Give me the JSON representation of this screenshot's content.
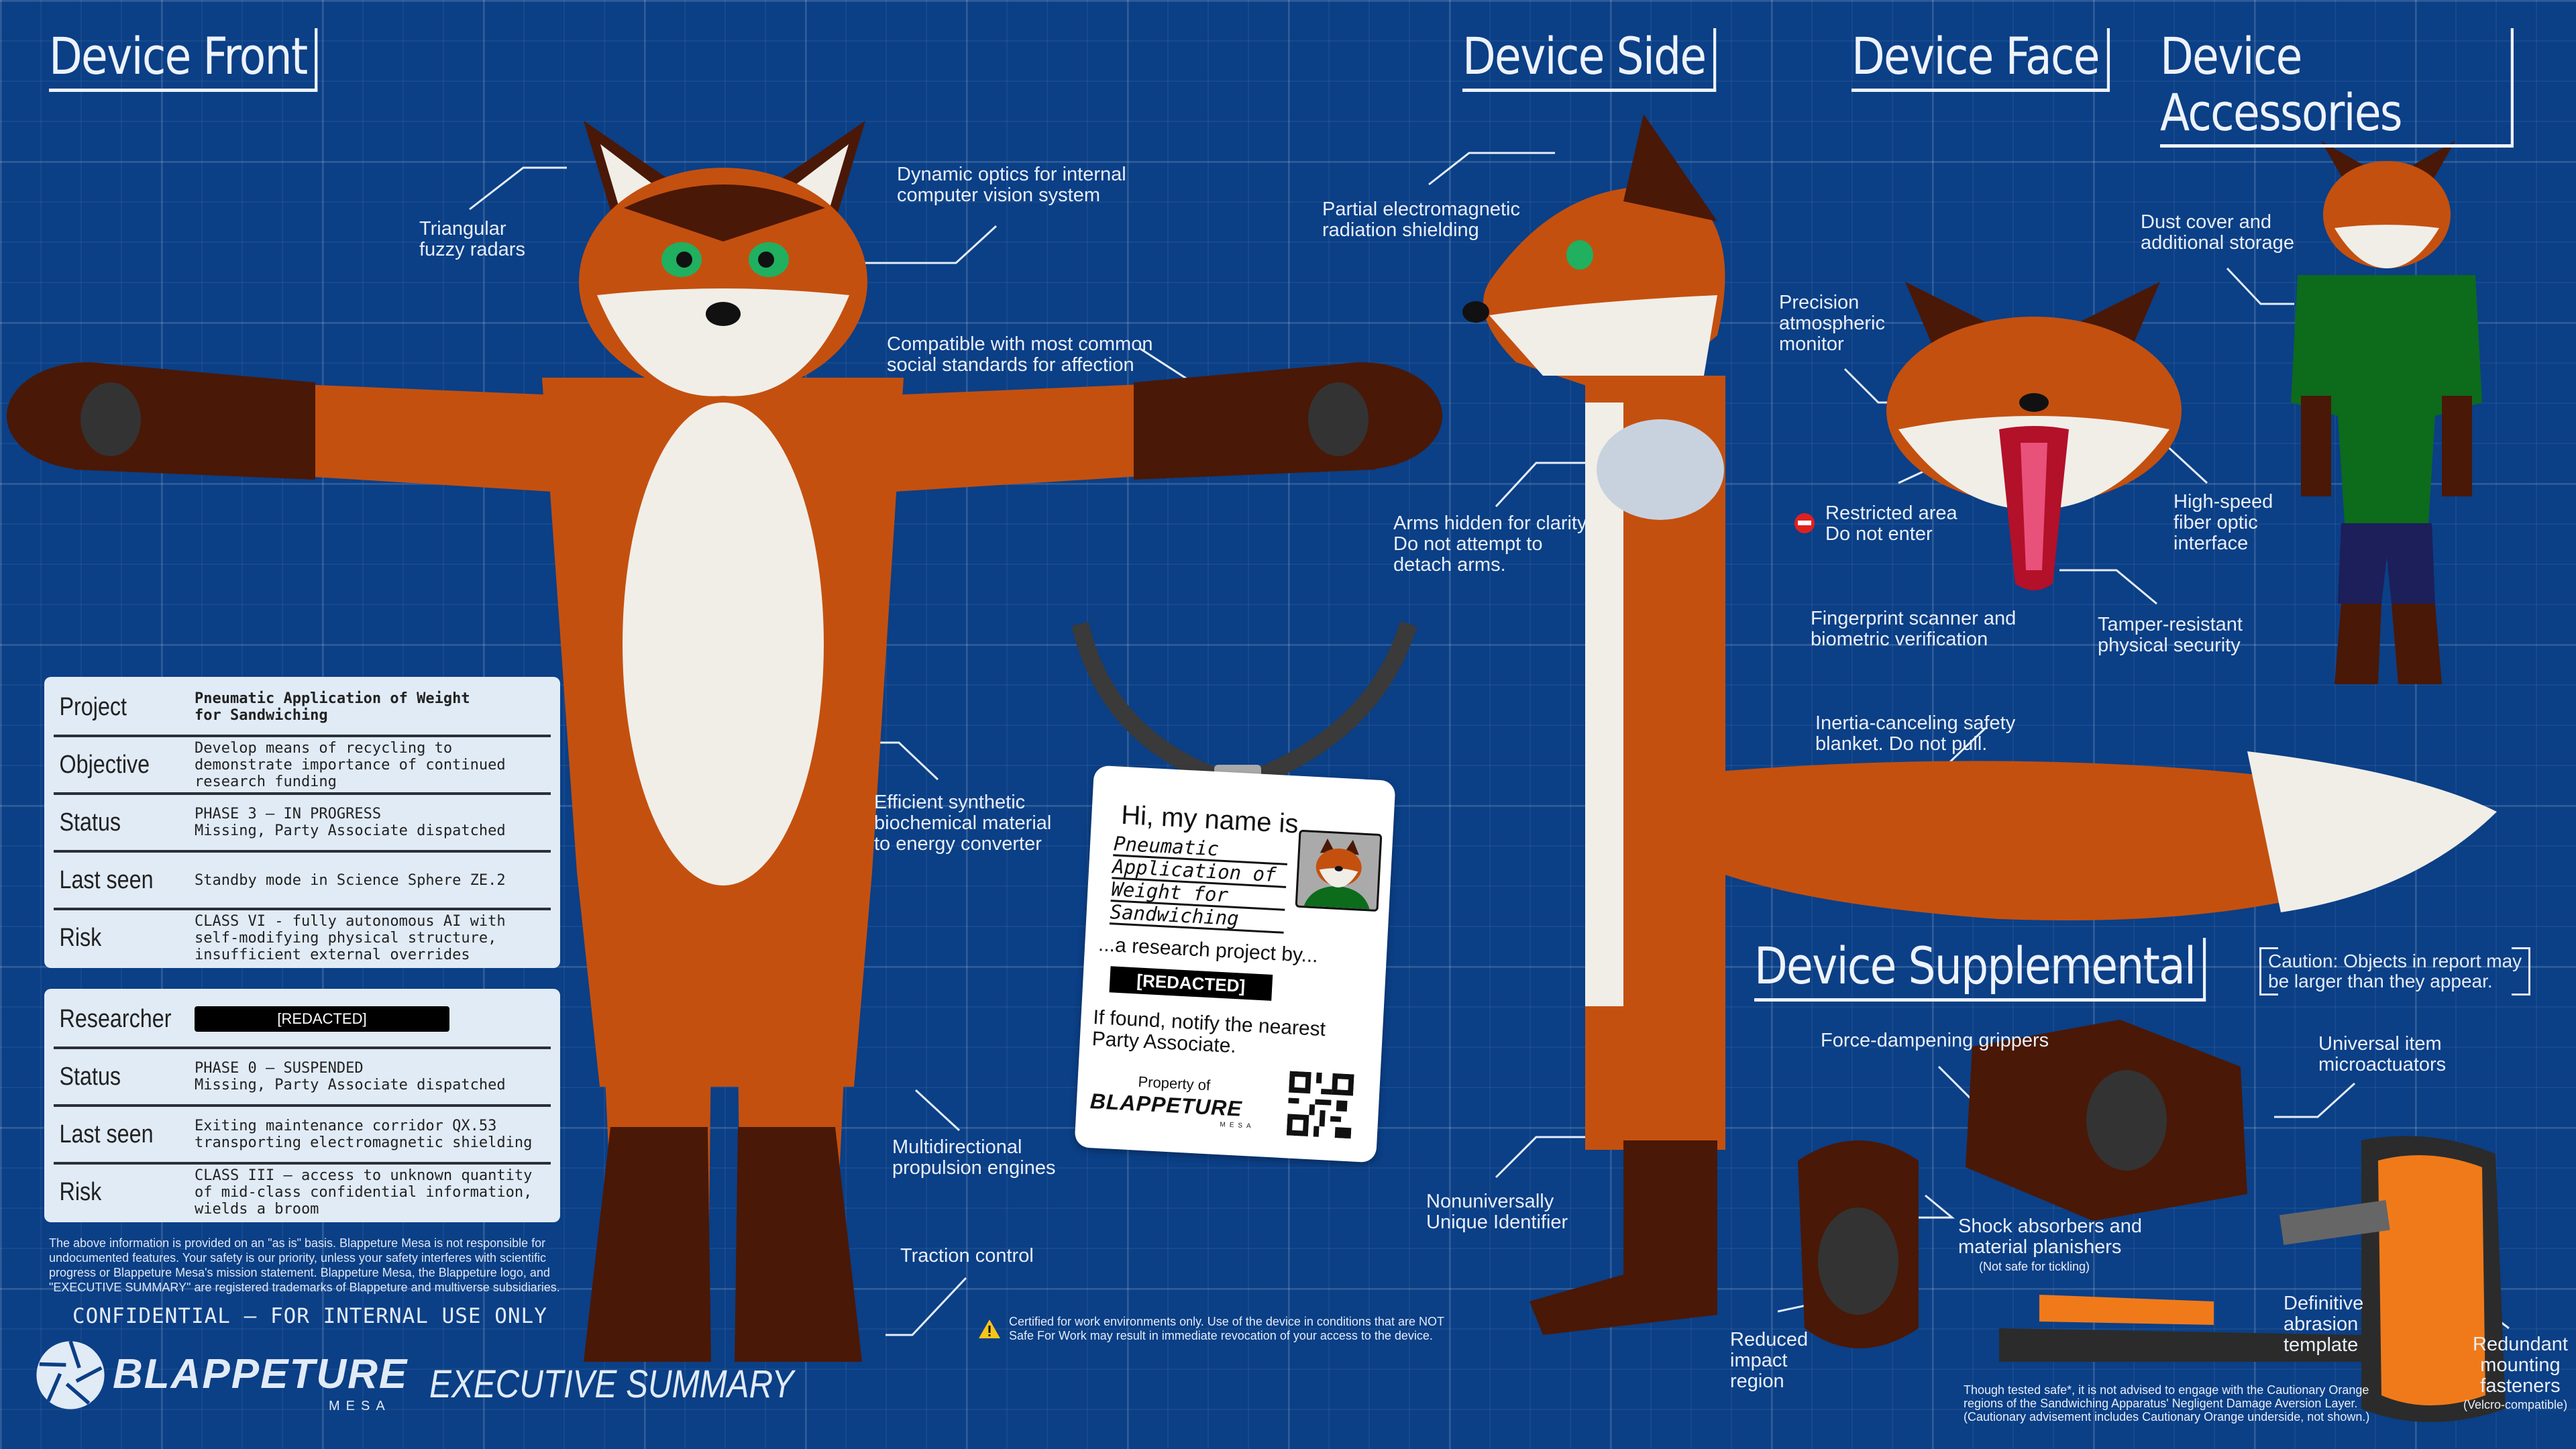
{
  "section_titles": {
    "front": "Device Front",
    "side": "Device Side",
    "face": "Device Face",
    "accessories": "Device Accessories",
    "supplemental": "Device Supplemental"
  },
  "callouts": {
    "radars": "Triangular\nfuzzy radars",
    "optics": "Dynamic optics for internal\ncomputer vision system",
    "social": "Compatible with most common\nsocial standards for affection",
    "biochem": "Efficient synthetic\nbiochemical material\nto energy converter",
    "propulsion": "Multidirectional\npropulsion engines",
    "traction": "Traction control",
    "shielding": "Partial electromagnetic\nradiation shielding",
    "arms_hidden": "Arms hidden for clarity.\nDo not attempt to\ndetach arms.",
    "identifier": "Nonuniversally\nUnique Identifier",
    "blanket": "Inertia-canceling safety\nblanket.  Do not pull.",
    "atmo": "Precision\natmospheric\nmonitor",
    "restricted": "Restricted area\nDo not enter",
    "fingerprint": "Fingerprint scanner and\nbiometric verification",
    "tamper": "Tamper-resistant\nphysical security",
    "fiber": "High-speed\nfiber optic\ninterface",
    "dust_cover": "Dust cover and\nadditional storage",
    "grippers": "Force-dampening grippers",
    "microactuators": "Universal item\nmicroactuators",
    "shock": "Shock absorbers and\nmaterial planishers",
    "shock_note": "(Not safe for tickling)",
    "impact": "Reduced\nimpact\nregion",
    "abrasion": "Definitive\nabrasion\ntemplate",
    "fasteners": "Redundant\nmounting\nfasteners",
    "fasteners_note": "(Velcro-compatible)"
  },
  "project_panel": [
    {
      "key": "Project",
      "value": "Pneumatic Application of Weight\nfor Sandwiching"
    },
    {
      "key": "Objective",
      "value": "Develop means of recycling to\ndemonstrate importance of continued\nresearch funding"
    },
    {
      "key": "Status",
      "value": "PHASE 3 — IN PROGRESS\nMissing, Party Associate dispatched"
    },
    {
      "key": "Last seen",
      "value": "Standby mode in Science Sphere ZE.2"
    },
    {
      "key": "Risk",
      "value": "CLASS VI - fully autonomous AI with\nself-modifying physical structure,\ninsufficient external overrides"
    }
  ],
  "researcher_panel": [
    {
      "key": "Researcher",
      "value": "[REDACTED]"
    },
    {
      "key": "Status",
      "value": "PHASE 0 — SUSPENDED\nMissing, Party Associate dispatched"
    },
    {
      "key": "Last seen",
      "value": "Exiting maintenance corridor QX.53\ntransporting electromagnetic shielding"
    },
    {
      "key": "Risk",
      "value": "CLASS III — access to unknown quantity\nof mid-class confidential information,\nwields a broom"
    }
  ],
  "disclaimer": "The above information is provided on an \"as is\" basis.  Blappeture Mesa is not responsible for undocumented features.  Your safety is our priority, unless your safety interferes with scientific progress or Blappeture Mesa's mission statement.  Blappeture Mesa, the Blappeture logo, and \"EXECUTIVE SUMMARY\" are registered trademarks of Blappeture and multiverse subsidiaries.",
  "confidential": "CONFIDENTIAL — FOR INTERNAL USE ONLY",
  "logo": {
    "word": "BLAPPETURE",
    "sub": "MESA"
  },
  "executive_summary": "EXECUTIVE SUMMARY",
  "warning": "Certified for work environments only.  Use of the device in conditions that are NOT\nSafe For Work may result in immediate revocation of your access to the device.",
  "caution": "Caution: Objects in report may\nbe larger than they appear.",
  "cautionary_orange": "Though tested safe*, it is not advised to engage with the Cautionary Orange\nregions of the Sandwiching Apparatus' Negligent Damage Aversion Layer.\n(Cautionary advisement includes Cautionary Orange underside, not shown.)",
  "badge": {
    "greeting": "Hi, my name is",
    "name_lines": [
      "Pneumatic",
      "Application of",
      "Weight for",
      "Sandwiching"
    ],
    "by": "...a research project by...",
    "researcher": "[REDACTED]",
    "found": "If found, notify the nearest\nParty Associate.",
    "property": "Property of",
    "logo_word": "BLAPPETURE",
    "logo_sub": "MESA"
  },
  "colors": {
    "background": "#0b3f86",
    "fur_orange": "#c4500f",
    "fur_dark": "#4a1806",
    "fur_white": "#f1eee8",
    "shirt": "#0d6b1c",
    "shorts": "#1c1f5a",
    "caution_orange": "#f07a1a"
  }
}
